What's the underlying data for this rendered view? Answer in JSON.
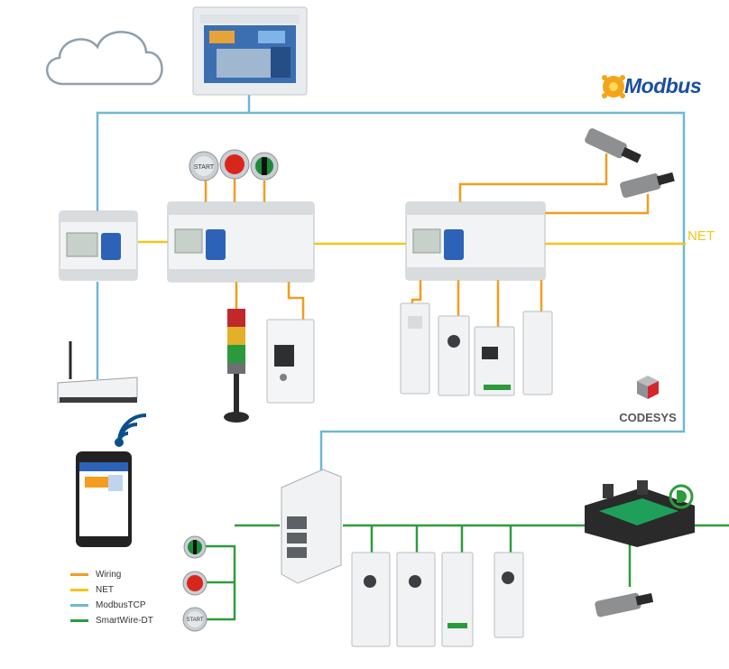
{
  "legend": {
    "items": [
      {
        "label": "Wiring",
        "color": "#f39c1f"
      },
      {
        "label": "NET",
        "color": "#f5c518"
      },
      {
        "label": "ModbusTCP",
        "color": "#6fb7d6"
      },
      {
        "label": "SmartWire-DT",
        "color": "#2e9c3d"
      }
    ]
  },
  "logos": {
    "modbus": "Modbus",
    "codesys": "CODESYS",
    "net": "NET"
  },
  "buttons": {
    "start_top": "START",
    "start_bottom": "START"
  },
  "colors": {
    "wiring": "#f39c1f",
    "net": "#f5c518",
    "modbus": "#6fb7d6",
    "smartwire": "#2e9c3d"
  }
}
